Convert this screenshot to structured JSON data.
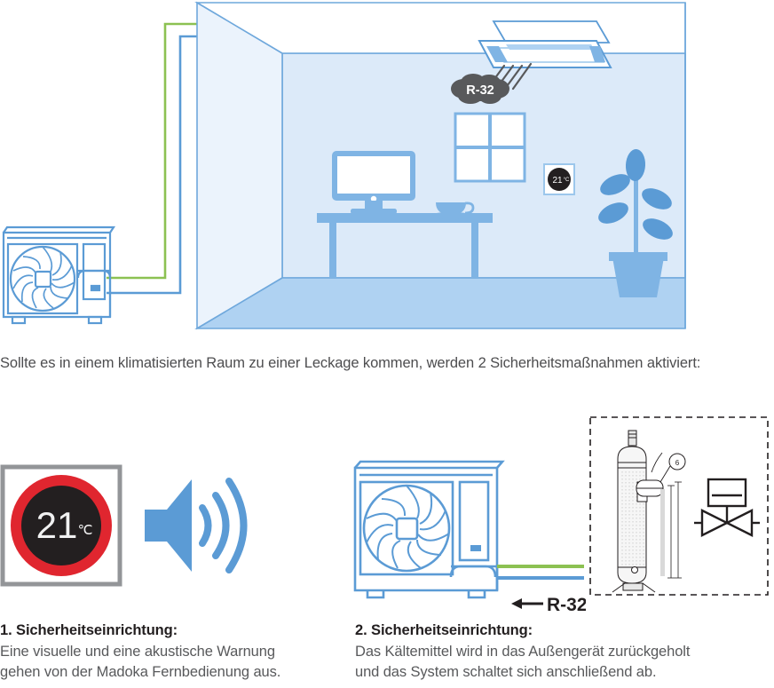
{
  "illustration": {
    "name": "air-conditioned-room-leak-scene",
    "refrigerant_cloud_label": "R-32",
    "wall_thermostat": {
      "temperature": "21",
      "unit": "°C"
    },
    "objects": [
      "ceiling-cassette-unit",
      "leak-stream",
      "window",
      "monitor",
      "desk",
      "coffee-cup",
      "potted-plant",
      "outdoor-unit",
      "gas-pipe",
      "liquid-pipe"
    ],
    "colors": {
      "pipe_green": "#8CC152",
      "pipe_blue": "#5B9BD5",
      "wall_light": "#EAF2FC",
      "wall_mid": "#CFE2F7",
      "floor": "#AFD2F2",
      "outline": "#5B9BD5",
      "cloud_gray": "#58595B"
    }
  },
  "lead_caption": "Sollte es in einem klimatisierten Raum zu einer Leckage kommen, werden 2 Sicherheitsmaßnahmen aktiviert:",
  "panels": {
    "madoka": {
      "name": "madoka-remote-alarm",
      "temperature": "21",
      "unit": "℃",
      "ring_color": "#E0262F",
      "face_color": "#231F20",
      "frame_color": "#939598",
      "speaker_icon": "speaker-waves-icon",
      "speaker_color": "#5B9BD5"
    },
    "outdoor": {
      "name": "outdoor-unit-pumpdown",
      "arrow_label": "←R-32",
      "arrow_text": "R-32",
      "gas_pipe_color": "#8CC152",
      "liquid_pipe_color": "#5B9BD5"
    },
    "schematic": {
      "name": "receiver-and-solenoid-valve-schematic",
      "items": [
        "refrigerant-receiver-tank",
        "solenoid-valve-symbol"
      ],
      "border_style": "dashed"
    }
  },
  "sections": [
    {
      "heading": "1. Sicherheitseinrichtung:",
      "lines": [
        "Eine visuelle und eine akustische Warnung",
        "gehen von der Madoka Fernbedienung aus."
      ]
    },
    {
      "heading": "2. Sicherheitseinrichtung:",
      "lines": [
        "Das Kältemittel wird in das Außengerät zurückgeholt",
        "und das System schaltet sich anschließend ab."
      ]
    }
  ]
}
